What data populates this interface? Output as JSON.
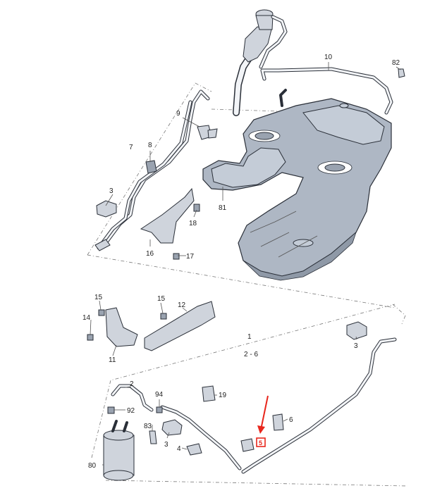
{
  "callouts": [
    {
      "id": "c10",
      "text": "10"
    },
    {
      "id": "c82",
      "text": "82"
    },
    {
      "id": "c9",
      "text": "9"
    },
    {
      "id": "c7",
      "text": "7"
    },
    {
      "id": "c8",
      "text": "8"
    },
    {
      "id": "c3a",
      "text": "3"
    },
    {
      "id": "c18",
      "text": "18"
    },
    {
      "id": "c81",
      "text": "81"
    },
    {
      "id": "c16",
      "text": "16"
    },
    {
      "id": "c17",
      "text": "17"
    },
    {
      "id": "c15a",
      "text": "15"
    },
    {
      "id": "c15b",
      "text": "15"
    },
    {
      "id": "c12",
      "text": "12"
    },
    {
      "id": "c14",
      "text": "14"
    },
    {
      "id": "c11",
      "text": "11"
    },
    {
      "id": "c1",
      "text": "1"
    },
    {
      "id": "c26",
      "text": "2 - 6"
    },
    {
      "id": "c3b",
      "text": "3"
    },
    {
      "id": "c2",
      "text": "2"
    },
    {
      "id": "c94",
      "text": "94"
    },
    {
      "id": "c19",
      "text": "19"
    },
    {
      "id": "c92",
      "text": "92"
    },
    {
      "id": "c83",
      "text": "83"
    },
    {
      "id": "c6",
      "text": "6"
    },
    {
      "id": "c3c",
      "text": "3"
    },
    {
      "id": "c4",
      "text": "4"
    },
    {
      "id": "c80",
      "text": "80"
    },
    {
      "id": "c5",
      "text": "5"
    }
  ],
  "colors": {
    "arrow": "#e8261c",
    "highlight_box": "#e8261c"
  }
}
